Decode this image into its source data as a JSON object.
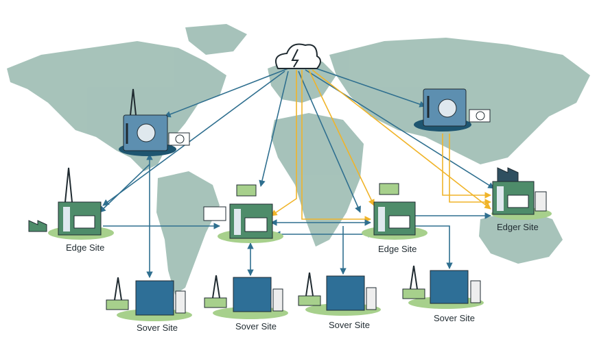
{
  "labels": {
    "edge_site_left": "Edge Site",
    "edge_site_mid": "Edge Site",
    "edger_site": "Edger Site",
    "sover_site_1": "Sover Site",
    "sover_site_2": "Sover Site",
    "sover_site_3": "Sover Site",
    "sover_site_4": "Sover Site"
  },
  "colors": {
    "map_land": "#9dbcb3",
    "link_blue": "#2f6f8f",
    "link_yellow": "#f0b429",
    "platform_green": "#a7d08c",
    "cabinet_green": "#4e8c6a",
    "server_blue": "#2e6f97",
    "cloud_icon": "cloud-lightning-icon"
  }
}
